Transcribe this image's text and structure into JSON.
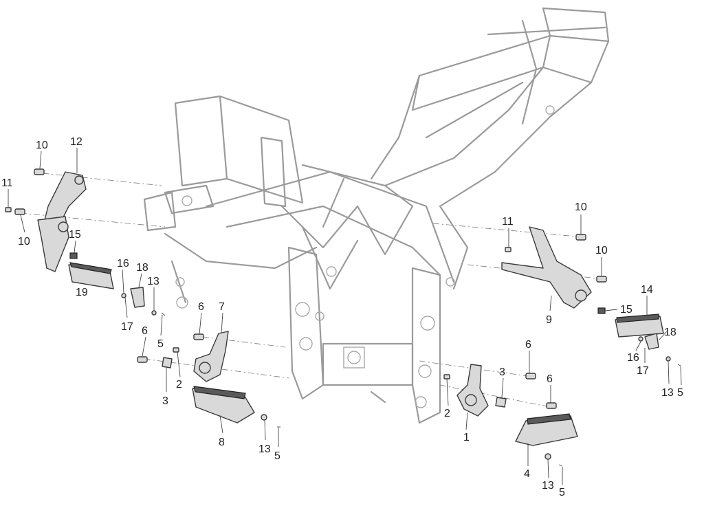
{
  "diagram": {
    "callouts": [
      {
        "id": "c10a",
        "text": "10"
      },
      {
        "id": "c12",
        "text": "12"
      },
      {
        "id": "c11a",
        "text": "11"
      },
      {
        "id": "c10b",
        "text": "10"
      },
      {
        "id": "c15a",
        "text": "15"
      },
      {
        "id": "c16a",
        "text": "16"
      },
      {
        "id": "c18a",
        "text": "18"
      },
      {
        "id": "c13a",
        "text": "13"
      },
      {
        "id": "c19",
        "text": "19"
      },
      {
        "id": "c17a",
        "text": "17"
      },
      {
        "id": "c5a",
        "text": "5"
      },
      {
        "id": "c6a",
        "text": "6"
      },
      {
        "id": "c7",
        "text": "7"
      },
      {
        "id": "c6b",
        "text": "6"
      },
      {
        "id": "c2a",
        "text": "2"
      },
      {
        "id": "c3a",
        "text": "3"
      },
      {
        "id": "c8",
        "text": "8"
      },
      {
        "id": "c13b",
        "text": "13"
      },
      {
        "id": "c5b",
        "text": "5"
      },
      {
        "id": "c10c",
        "text": "10"
      },
      {
        "id": "c11b",
        "text": "11"
      },
      {
        "id": "c10d",
        "text": "10"
      },
      {
        "id": "c9",
        "text": "9"
      },
      {
        "id": "c14",
        "text": "14"
      },
      {
        "id": "c15b",
        "text": "15"
      },
      {
        "id": "c18b",
        "text": "18"
      },
      {
        "id": "c16b",
        "text": "16"
      },
      {
        "id": "c17b",
        "text": "17"
      },
      {
        "id": "c13c",
        "text": "13"
      },
      {
        "id": "c5c",
        "text": "5"
      },
      {
        "id": "c6c",
        "text": "6"
      },
      {
        "id": "c3b",
        "text": "3"
      },
      {
        "id": "c6d",
        "text": "6"
      },
      {
        "id": "c2b",
        "text": "2"
      },
      {
        "id": "c1",
        "text": "1"
      },
      {
        "id": "c4",
        "text": "4"
      },
      {
        "id": "c13d",
        "text": "13"
      },
      {
        "id": "c5d",
        "text": "5"
      }
    ]
  }
}
